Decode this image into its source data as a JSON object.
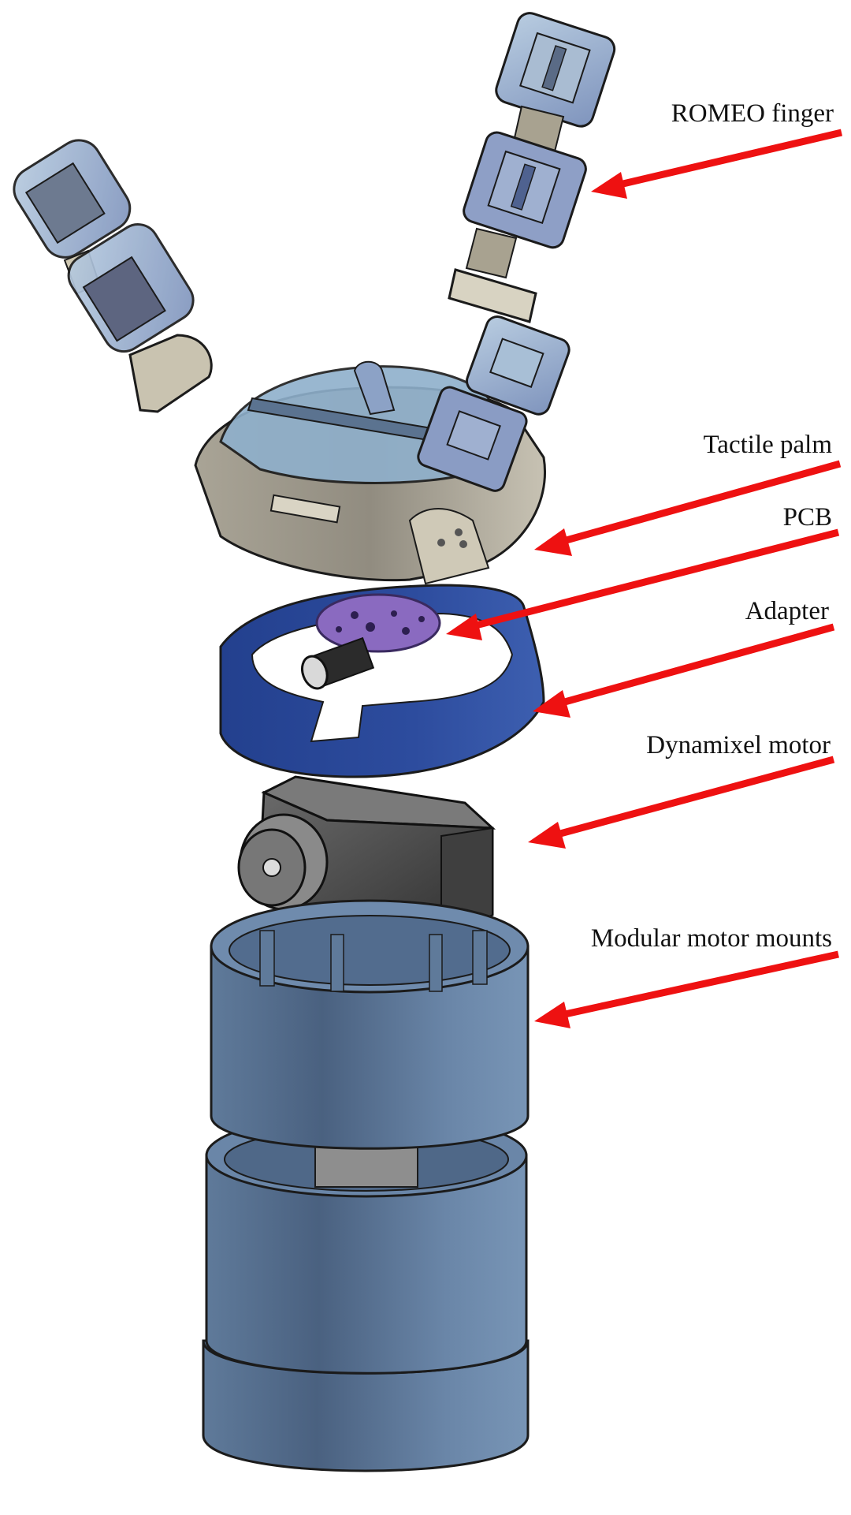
{
  "figure": {
    "labels": {
      "romeo_finger": "ROMEO finger",
      "tactile_palm": "Tactile palm",
      "pcb": "PCB",
      "adapter": "Adapter",
      "dynamixel_motor": "Dynamixel motor",
      "modular_motor_mounts": "Modular motor mounts"
    },
    "colors": {
      "arrow": "#ee1111",
      "finger_shell": "#9db4d0",
      "finger_shell_dark": "#7d8fb8",
      "finger_link": "#a8a290",
      "palm_body": "#9c978a",
      "pcb": "#8a6ac0",
      "adapter": "#2f4fa0",
      "motor": "#4a4a4a",
      "mounts": "#5d7898"
    }
  }
}
